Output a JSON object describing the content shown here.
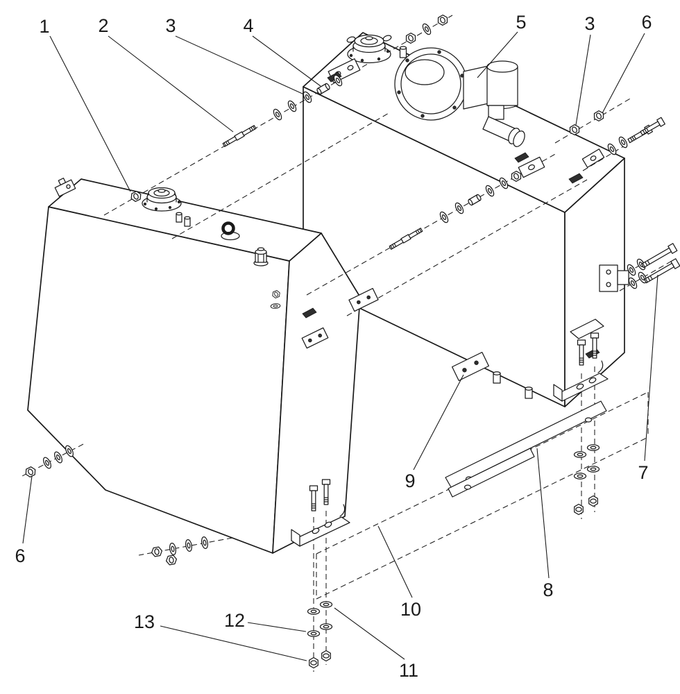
{
  "figure": {
    "background": "#ffffff",
    "ink": "#1a1a1a",
    "kind": "exploded-parts-diagram"
  },
  "callouts": [
    {
      "label": "1"
    },
    {
      "label": "2"
    },
    {
      "label": "3"
    },
    {
      "label": "4"
    },
    {
      "label": "5"
    },
    {
      "label": "3"
    },
    {
      "label": "6"
    },
    {
      "label": "7"
    },
    {
      "label": "6"
    },
    {
      "label": "8"
    },
    {
      "label": "9"
    },
    {
      "label": "10"
    },
    {
      "label": "11"
    },
    {
      "label": "12"
    },
    {
      "label": "13"
    }
  ]
}
